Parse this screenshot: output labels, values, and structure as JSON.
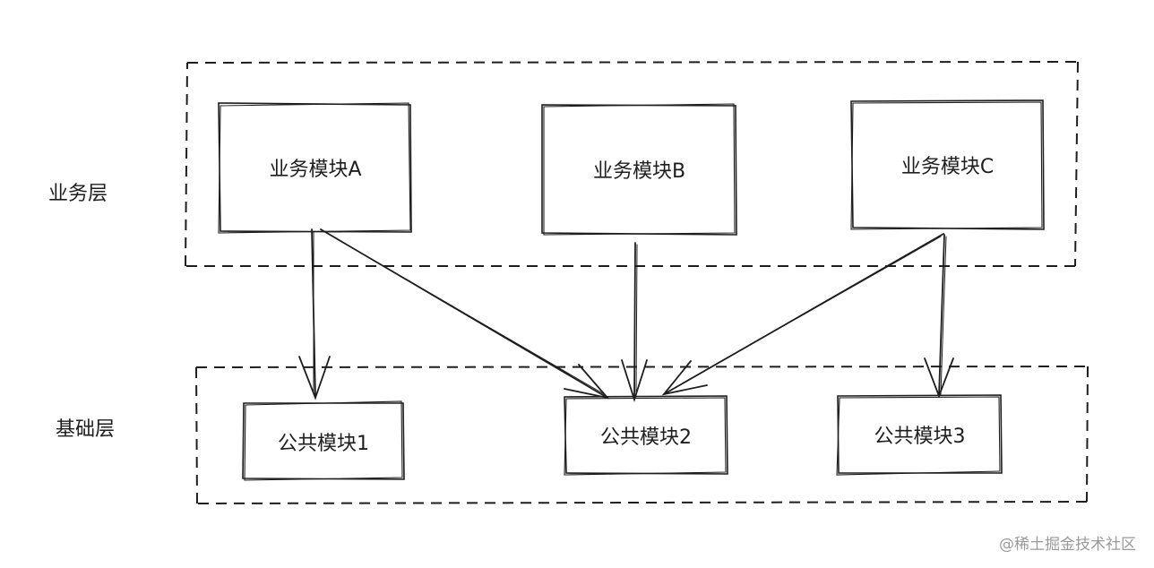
{
  "layers": {
    "business": {
      "label": "业务层",
      "modules": [
        "业务模块A",
        "业务模块B",
        "业务模块C"
      ]
    },
    "foundation": {
      "label": "基础层",
      "modules": [
        "公共模块1",
        "公共模块2",
        "公共模块3"
      ]
    }
  },
  "connections": [
    {
      "from": "业务模块A",
      "to": "公共模块1"
    },
    {
      "from": "业务模块A",
      "to": "公共模块2"
    },
    {
      "from": "业务模块B",
      "to": "公共模块2"
    },
    {
      "from": "业务模块C",
      "to": "公共模块2"
    },
    {
      "from": "业务模块C",
      "to": "公共模块3"
    }
  ],
  "watermark": "@稀土掘金技术社区",
  "colors": {
    "stroke": "#1e1e1e",
    "background": "#ffffff",
    "watermark": "#9a9a9a"
  }
}
